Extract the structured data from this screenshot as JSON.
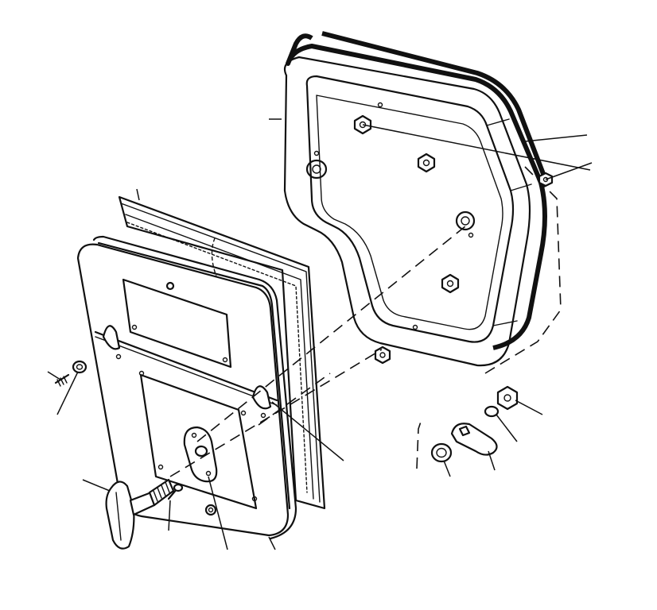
{
  "diagram": {
    "colors": {
      "ink": "#111111",
      "background": "#ffffff"
    },
    "parts": [
      "air-cleaner-housing",
      "cover-plate",
      "gasket",
      "filter-element",
      "hex-nuts",
      "wing-knob",
      "screws",
      "washer",
      "cam-latch"
    ]
  }
}
